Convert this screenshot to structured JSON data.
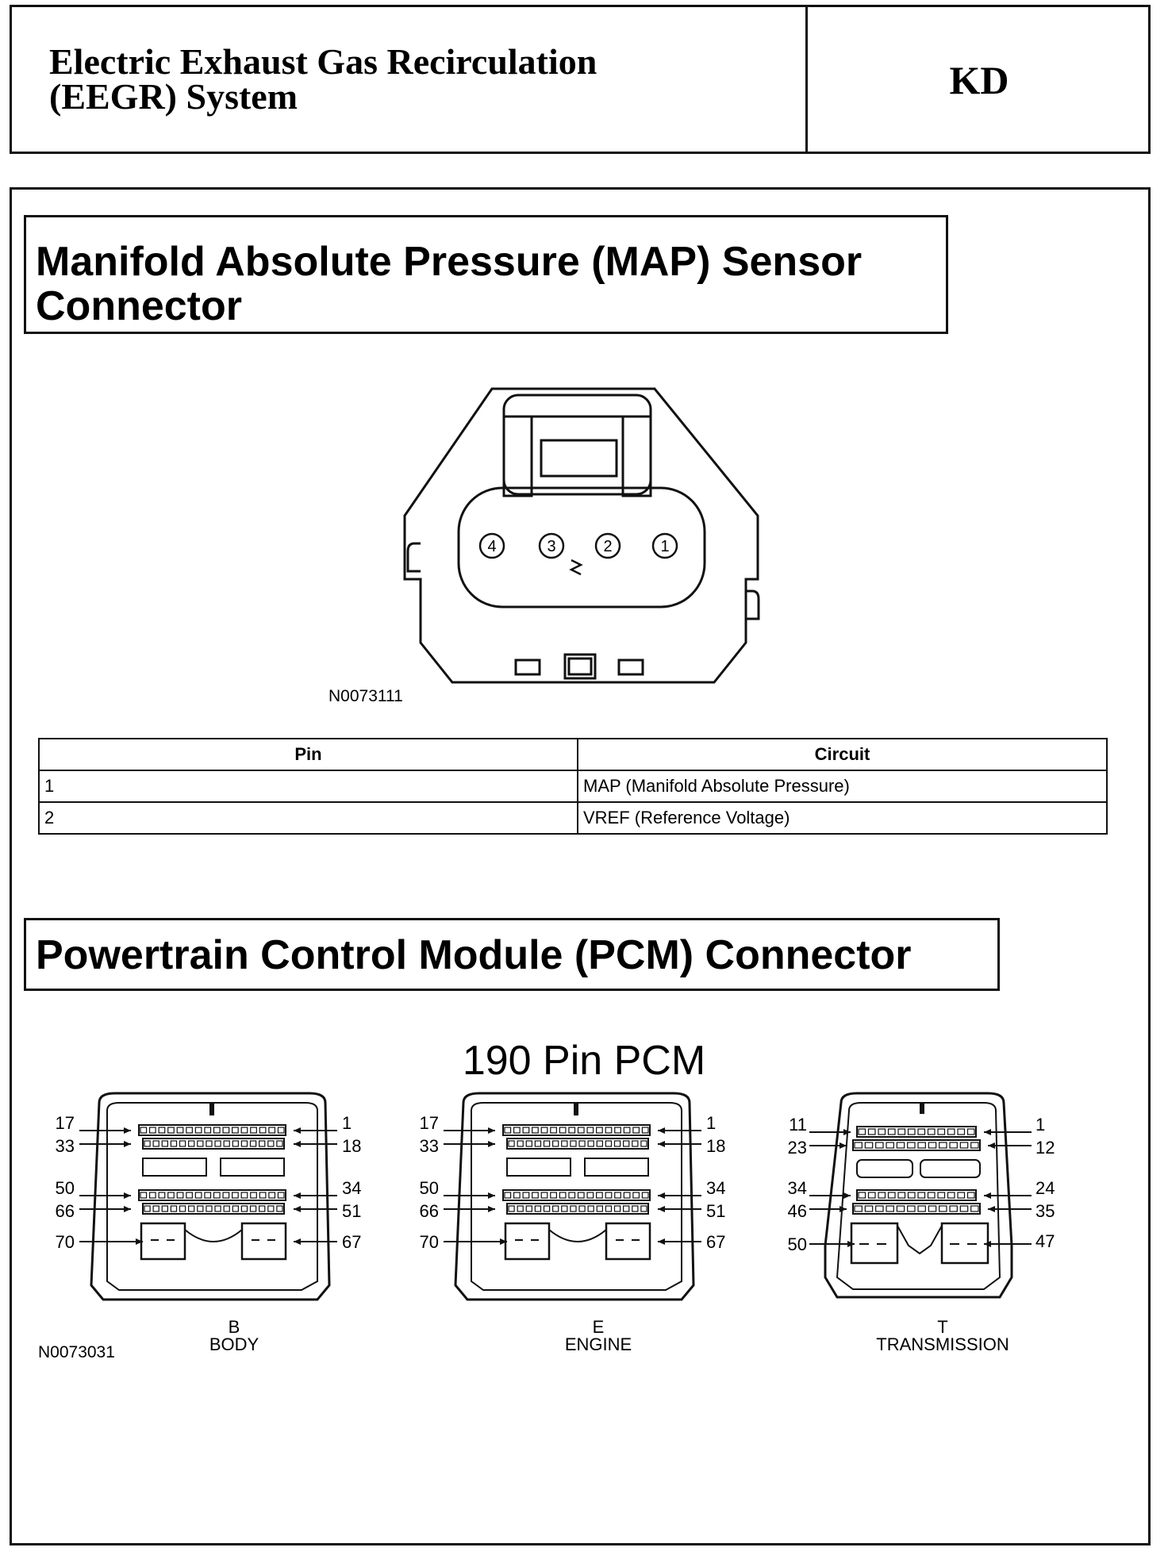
{
  "header": {
    "title_line1": "Electric Exhaust Gas Recirculation",
    "title_line2": "(EEGR) System",
    "code": "KD"
  },
  "map_section": {
    "title_line1": "Manifold Absolute Pressure (MAP) Sensor",
    "title_line2": "Connector",
    "figure_id": "N0073111",
    "pins": [
      "4",
      "3",
      "2",
      "1"
    ],
    "table": {
      "headers": [
        "Pin",
        "Circuit"
      ],
      "rows": [
        {
          "pin": "1",
          "circuit": "MAP (Manifold Absolute Pressure)"
        },
        {
          "pin": "2",
          "circuit": "VREF (Reference Voltage)"
        }
      ]
    }
  },
  "pcm_section": {
    "title": "Powertrain Control Module (PCM) Connector",
    "subtitle": "190 Pin PCM",
    "figure_id": "N0073031",
    "connectors": [
      {
        "code": "B",
        "name": "BODY",
        "left_labels": [
          "17",
          "33",
          "50",
          "66",
          "70"
        ],
        "right_labels": [
          "1",
          "18",
          "34",
          "51",
          "67"
        ]
      },
      {
        "code": "E",
        "name": "ENGINE",
        "left_labels": [
          "17",
          "33",
          "50",
          "66",
          "70"
        ],
        "right_labels": [
          "1",
          "18",
          "34",
          "51",
          "67"
        ]
      },
      {
        "code": "T",
        "name": "TRANSMISSION",
        "left_labels": [
          "11",
          "23",
          "34",
          "46",
          "50"
        ],
        "right_labels": [
          "1",
          "12",
          "24",
          "35",
          "47"
        ]
      }
    ]
  }
}
